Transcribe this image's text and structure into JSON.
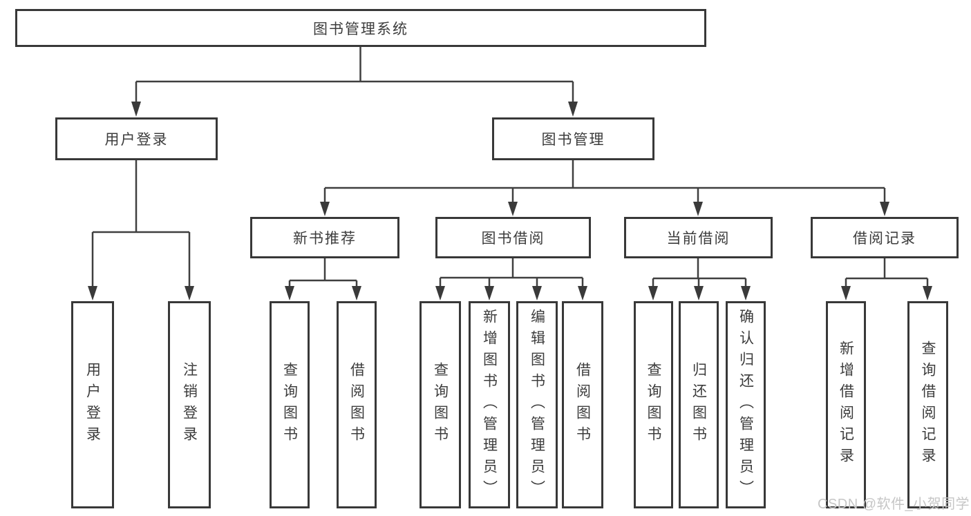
{
  "nodes": {
    "root": "图书管理系统",
    "user_login": "用户登录",
    "book_management": "图书管理",
    "new_book_recommend": "新书推荐",
    "book_borrow": "图书借阅",
    "current_borrow": "当前借阅",
    "borrow_record": "借阅记录"
  },
  "leaves": {
    "user_login": [
      "用户登录",
      "注销登录"
    ],
    "new_book_recommend": [
      "查询图书",
      "借阅图书"
    ],
    "book_borrow": [
      "查询图书",
      "新增图书（管理员）",
      "编辑图书（管理员）",
      "借阅图书"
    ],
    "current_borrow": [
      "查询图书",
      "归还图书",
      "确认归还（管理员）"
    ],
    "borrow_record": [
      "新增借阅记录",
      "查询借阅记录"
    ]
  },
  "watermark": {
    "text": "CSDN @软件_小贺同学"
  },
  "colors": {
    "line": "#3f3f3f",
    "border": "#383838",
    "text": "#3c3c3c",
    "watermark": "#c6c6c6",
    "background": "#ffffff"
  }
}
